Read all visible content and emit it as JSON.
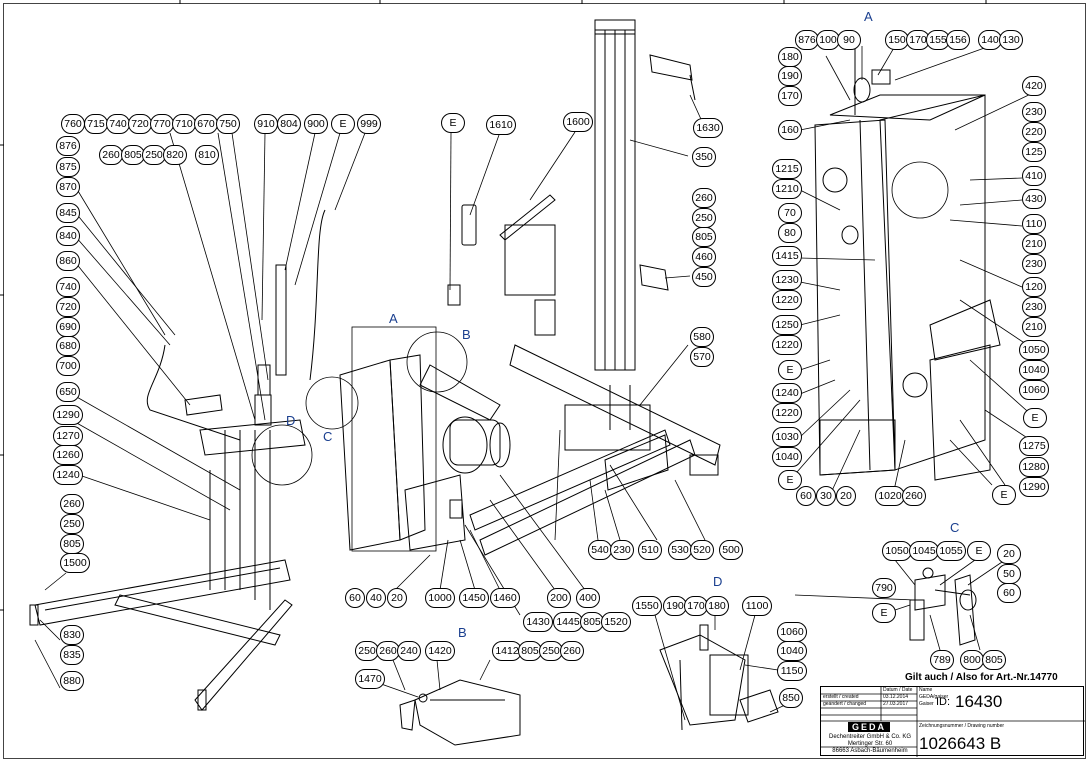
{
  "drawing": {
    "views": {
      "A_main": "A",
      "B_main": "B",
      "C_main": "C",
      "D_main": "D",
      "A_detail": "A",
      "B_detail": "B",
      "C_detail": "C",
      "D_detail": "D"
    },
    "callouts": {
      "top_left_row": [
        "760",
        "715",
        "740",
        "720",
        "770",
        "710",
        "670",
        "750"
      ],
      "top_mid_row": [
        "910",
        "804",
        "900",
        "E",
        "999"
      ],
      "second_row": [
        "260",
        "805",
        "250",
        "820"
      ],
      "second_row_b": [
        "810"
      ],
      "left_column": [
        "876",
        "875",
        "870",
        "845",
        "840",
        "860",
        "740",
        "720",
        "690",
        "680",
        "700",
        "650",
        "1290",
        "1270",
        "1260",
        "1240"
      ],
      "left_lower": [
        "260",
        "250",
        "805",
        "1500"
      ],
      "left_bottom": [
        "830",
        "835",
        "880"
      ],
      "sensor": [
        "E",
        "1610",
        "1600"
      ],
      "column_right": [
        "1630",
        "350",
        "260",
        "250",
        "805",
        "460",
        "450",
        "580",
        "570"
      ],
      "base_row": [
        "540",
        "230",
        "510",
        "530",
        "520",
        "500"
      ],
      "motor_row": [
        "60",
        "40",
        "20",
        "1000",
        "1450",
        "1460",
        "200",
        "400"
      ],
      "motor_row_b": [
        "1430",
        "1445",
        "805",
        "1520"
      ],
      "detail_b": [
        "250",
        "260",
        "240",
        "1420",
        "1412",
        "805",
        "250",
        "260",
        "1470"
      ],
      "detail_d": [
        "1550",
        "190",
        "170",
        "180",
        "1100",
        "1060",
        "1040",
        "1150",
        "850"
      ],
      "detail_c": [
        "1050",
        "1045",
        "1055",
        "E",
        "20",
        "50",
        "60",
        "790",
        "E",
        "789",
        "800",
        "805"
      ],
      "detail_a_top": [
        "876",
        "100",
        "90",
        "150",
        "170",
        "155",
        "156",
        "140",
        "130"
      ],
      "detail_a_left": [
        "180",
        "190",
        "170",
        "160",
        "1215",
        "1210",
        "70",
        "80",
        "1415",
        "1230",
        "1220",
        "1250",
        "1220",
        "E",
        "1240",
        "1220",
        "1030",
        "1040",
        "E"
      ],
      "detail_a_bottom": [
        "60",
        "30",
        "20",
        "1020",
        "260"
      ],
      "detail_a_right": [
        "420",
        "230",
        "220",
        "125",
        "410",
        "430",
        "110",
        "210",
        "230",
        "120",
        "230",
        "210",
        "1050",
        "1040",
        "1060",
        "E",
        "1275",
        "1280",
        "1290",
        "E"
      ]
    }
  },
  "title_block": {
    "also_for": "Gilt auch / Also for Art.-Nr.14770",
    "header_date": "Datum / Date",
    "header_name": "Name",
    "created_label": "erstellt / created",
    "created_date": "03.12.2014",
    "created_name": "GEDA/gaiser",
    "changed_label": "geändert / changed",
    "changed_date": "27.03.2017",
    "changed_name": "Gaiser",
    "id_label": "ID:",
    "id_value": "16430",
    "logo": "GEDA",
    "company_line1": "Dechentreiter GmbH & Co. KG",
    "company_line2": "Mertinger Str. 60",
    "company_line3": "86663 Asbach-Bäumenheim",
    "drawing_number_label": "Zeichnungsnummer / Drawing number",
    "drawing_number": "1026643 B"
  }
}
